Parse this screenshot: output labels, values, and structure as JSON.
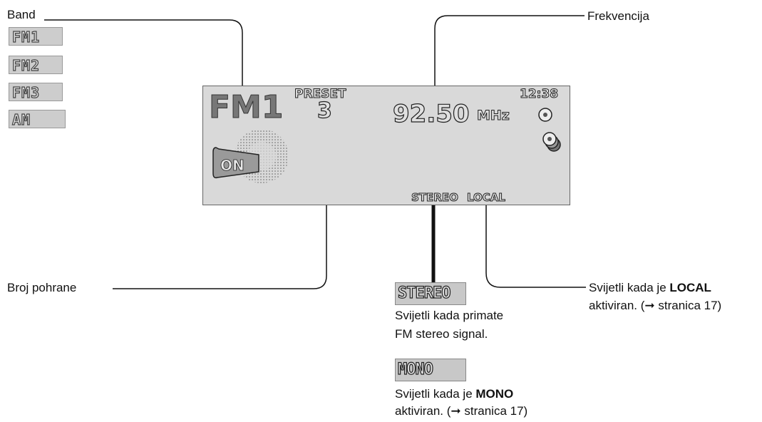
{
  "labels": {
    "band": "Band",
    "frequency": "Frekvencija",
    "preset_number": "Broj pohrane"
  },
  "band_options": [
    "FM1",
    "FM2",
    "FM3",
    "AM"
  ],
  "lcd": {
    "band": "FM1",
    "preset_label": "PRESET",
    "preset_number": "3",
    "frequency": "92.50",
    "unit": "MHz",
    "clock": "12:38",
    "stereo": "STEREO",
    "local": "LOCAL",
    "on_text": "ON"
  },
  "indicators": {
    "stereo": {
      "badge": "STEREO",
      "line1": "Svijetli kada primate",
      "line2": "FM stereo signal."
    },
    "mono": {
      "badge": "MONO",
      "line1_prefix": "Svijetli kada je ",
      "line1_bold": "MONO",
      "line2": "aktiviran. (➞ stranica 17)"
    },
    "local": {
      "line1_prefix": "Svijetli kada je ",
      "line1_bold": "LOCAL",
      "line2": "aktiviran. (➞ stranica 17)"
    }
  },
  "colors": {
    "lcd_background": "#d9d9d9",
    "badge_background": "#c8c8c8"
  }
}
